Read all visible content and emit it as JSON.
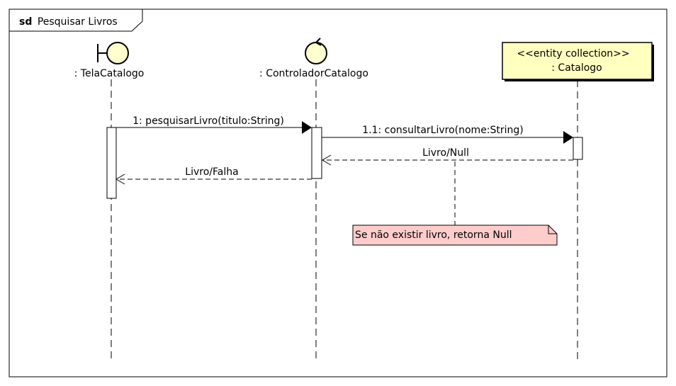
{
  "frame": {
    "keyword": "sd",
    "name": "Pesquisar Livros"
  },
  "lifelines": [
    {
      "kind": "boundary",
      "label": ": TelaCatalogo"
    },
    {
      "kind": "control",
      "label": ": ControladorCatalogo"
    },
    {
      "kind": "entity-collection",
      "stereotype": "<<entity collection>>",
      "label": ": Catalogo"
    }
  ],
  "messages": [
    {
      "label": "1: pesquisarLivro(titulo:String)",
      "type": "synchronous"
    },
    {
      "label": "1.1: consultarLivro(nome:String)",
      "type": "synchronous"
    },
    {
      "label": "Livro/Null",
      "type": "return"
    },
    {
      "label": "Livro/Falha",
      "type": "return"
    }
  ],
  "note": {
    "text": "Se não existir livro, retorna Null"
  },
  "colors": {
    "actor_fill": "#fefece",
    "entity_fill": "#ffffc0",
    "note_fill": "#ffcccc",
    "line": "#000000"
  }
}
